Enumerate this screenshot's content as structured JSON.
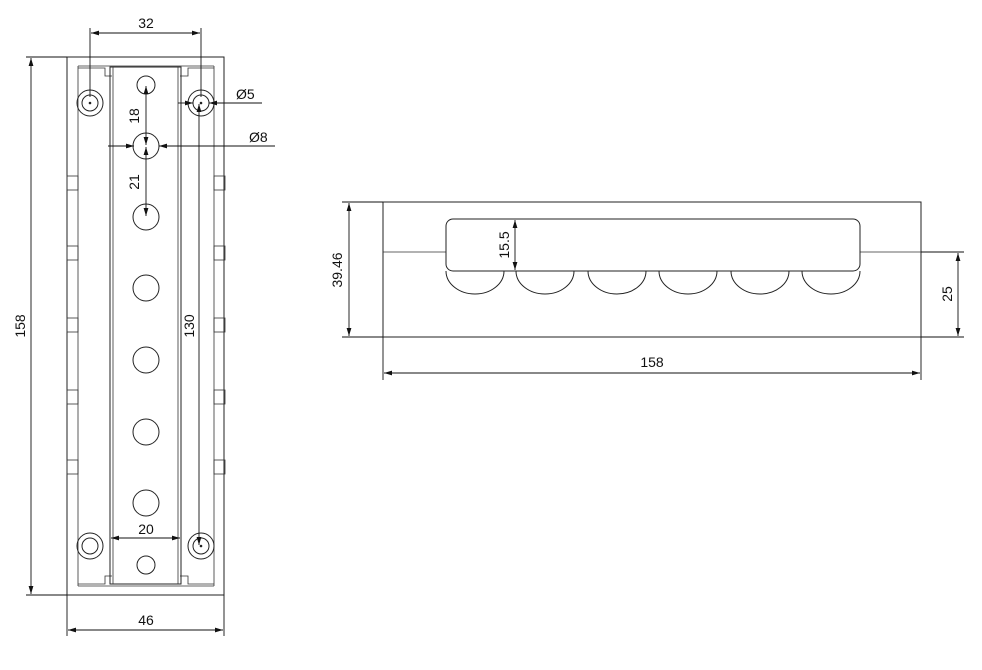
{
  "top_view": {
    "hole_spacing": "32",
    "mount_hole_dia": "Ø5",
    "port_dia": "Ø8",
    "first_port_offset": "18",
    "port_pitch": "21",
    "overall_height": "158",
    "mount_hole_span": "130",
    "strip_width": "20",
    "overall_width": "46"
  },
  "side_view": {
    "overall_height": "39.46",
    "cap_height": "15.5",
    "base_height": "25",
    "overall_length": "158"
  },
  "colors": {
    "line": "#222222",
    "background": "#ffffff"
  }
}
